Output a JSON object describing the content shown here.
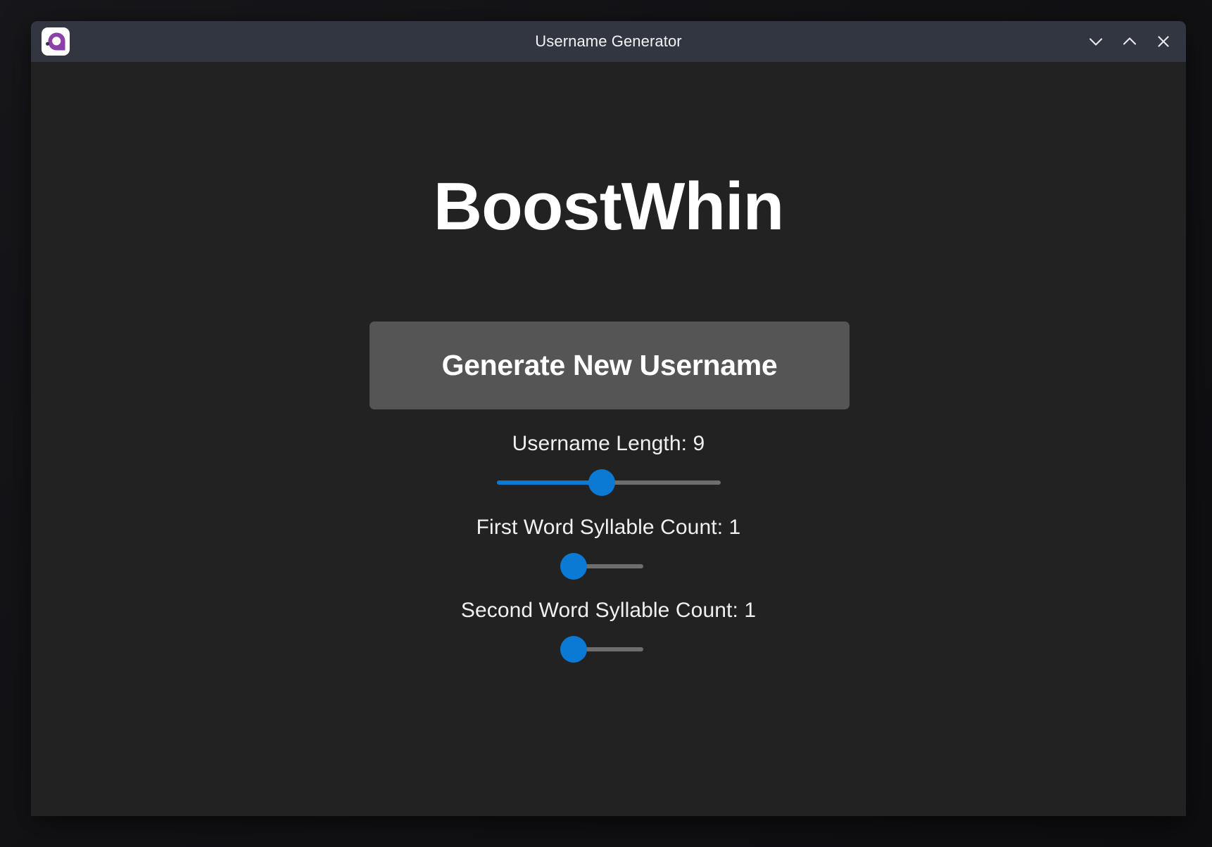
{
  "window": {
    "title": "Username Generator",
    "logo_icon": "app-logo-icon",
    "controls": [
      {
        "name": "minimize-button",
        "icon": "chevron-down-icon"
      },
      {
        "name": "maximize-button",
        "icon": "chevron-up-icon"
      },
      {
        "name": "close-button",
        "icon": "close-icon"
      }
    ]
  },
  "main": {
    "generated_username": "BoostWhin",
    "generate_button_label": "Generate New Username",
    "sliders": [
      {
        "id": "length",
        "label": "Username Length: 9",
        "value": 9,
        "track_width": 318,
        "thumb_pct": 47,
        "filled": true
      },
      {
        "id": "first_syllables",
        "label": "First Word Syllable Count: 1",
        "value": 1,
        "track_width": 99,
        "thumb_pct": 0,
        "filled": false
      },
      {
        "id": "second_syllables",
        "label": "Second Word Syllable Count: 1",
        "value": 1,
        "track_width": 99,
        "thumb_pct": 0,
        "filled": false
      }
    ]
  },
  "colors": {
    "desktop_bg": "#121215",
    "window_bg": "#222222",
    "titlebar_bg": "#313640",
    "accent_blue": "#0a7ad4",
    "track_gray": "#6e6e6e",
    "button_gray": "#555555",
    "logo_purple": "#8b3fa8",
    "text_white": "#ffffff"
  }
}
